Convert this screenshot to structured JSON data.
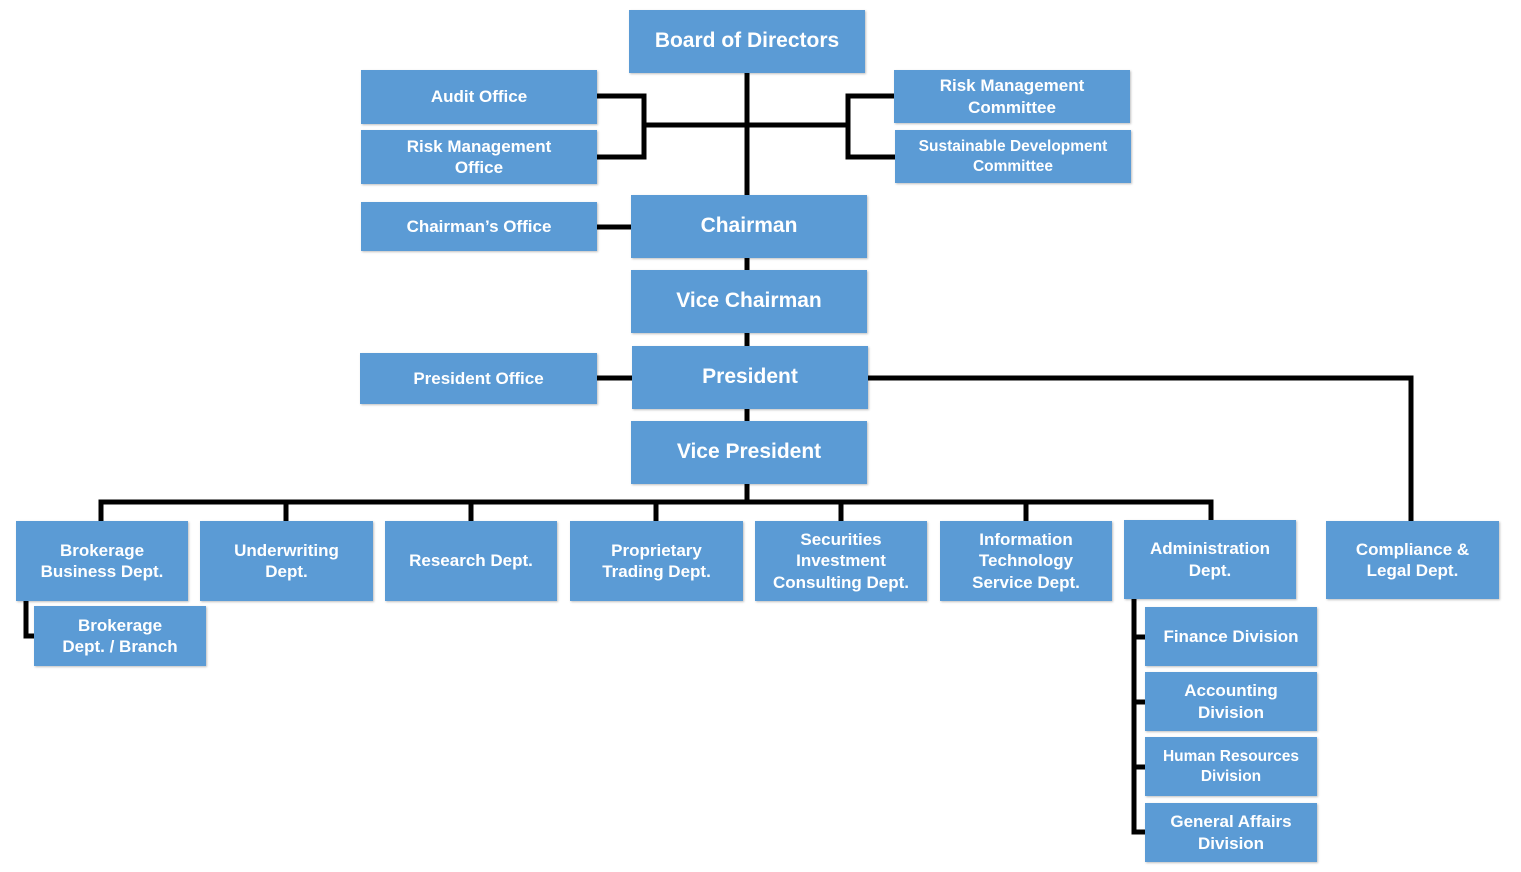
{
  "colors": {
    "box_fill": "#5b9bd5",
    "box_text": "#ffffff",
    "connector": "#000000"
  },
  "nodes": {
    "board": "Board of Directors",
    "audit_office": "Audit Office",
    "risk_mgmt_office": "Risk Management\nOffice",
    "risk_mgmt_committee": "Risk Management\nCommittee",
    "sustainable_committee": "Sustainable Development\nCommittee",
    "chairmans_office": "Chairman’s Office",
    "chairman": "Chairman",
    "vice_chairman": "Vice Chairman",
    "president_office": "President Office",
    "president": "President",
    "vice_president": "Vice President",
    "brokerage_business": "Brokerage\nBusiness Dept.",
    "brokerage_branch": "Brokerage\nDept. / Branch",
    "underwriting": "Underwriting\nDept.",
    "research": "Research Dept.",
    "proprietary_trading": "Proprietary\nTrading Dept.",
    "securities_investment": "Securities\nInvestment\nConsulting Dept.",
    "information_technology": "Information\nTechnology\nService Dept.",
    "administration": "Administration\nDept.",
    "compliance_legal": "Compliance &\nLegal Dept.",
    "finance_division": "Finance Division",
    "accounting_division": "Accounting\nDivision",
    "hr_division": "Human Resources\nDivision",
    "general_affairs_division": "General Affairs\nDivision"
  }
}
